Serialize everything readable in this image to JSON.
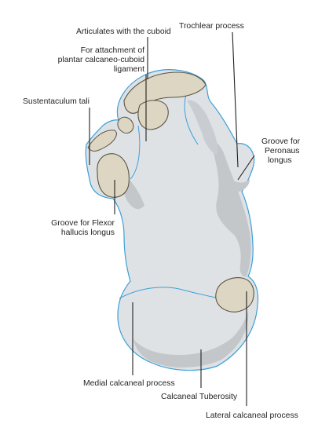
{
  "labels": {
    "articulates_cuboid": "Articulates with the cuboid",
    "trochlear_process": "Trochlear process",
    "attachment_l1": "For attachment of",
    "attachment_l2": "plantar calcaneo-cuboid",
    "attachment_l3": "ligament",
    "sustentaculum": "Sustentaculum tali",
    "groove_peroneus_l1": "Groove for",
    "groove_peroneus_l2": "Peronaus",
    "groove_peroneus_l3": "longus",
    "groove_flexor_l1": "Groove for Flexor",
    "groove_flexor_l2": "hallucis longus",
    "medial_process": "Medial calcaneal process",
    "tuberosity": "Calcaneal Tuberosity",
    "lateral_process": "Lateral calcaneal process"
  },
  "colors": {
    "bone": "#dfe2e5",
    "bone_shade": "#c4c7ca",
    "cartilage": "#ddd6c2",
    "outline": "#3aa0d8",
    "cartilage_outline": "#5a5346",
    "text": "#231f20"
  }
}
